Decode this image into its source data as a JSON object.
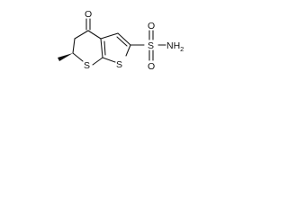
{
  "molecule": {
    "atoms": {
      "oxygen_ketone": "O",
      "sulfur_ring_a": "S",
      "sulfur_ring_b": "S",
      "sulfur_sulfonyl": "S",
      "oxygen_sulfonyl_top": "O",
      "oxygen_sulfonyl_bottom": "O",
      "nh2_group": "NH2"
    }
  }
}
